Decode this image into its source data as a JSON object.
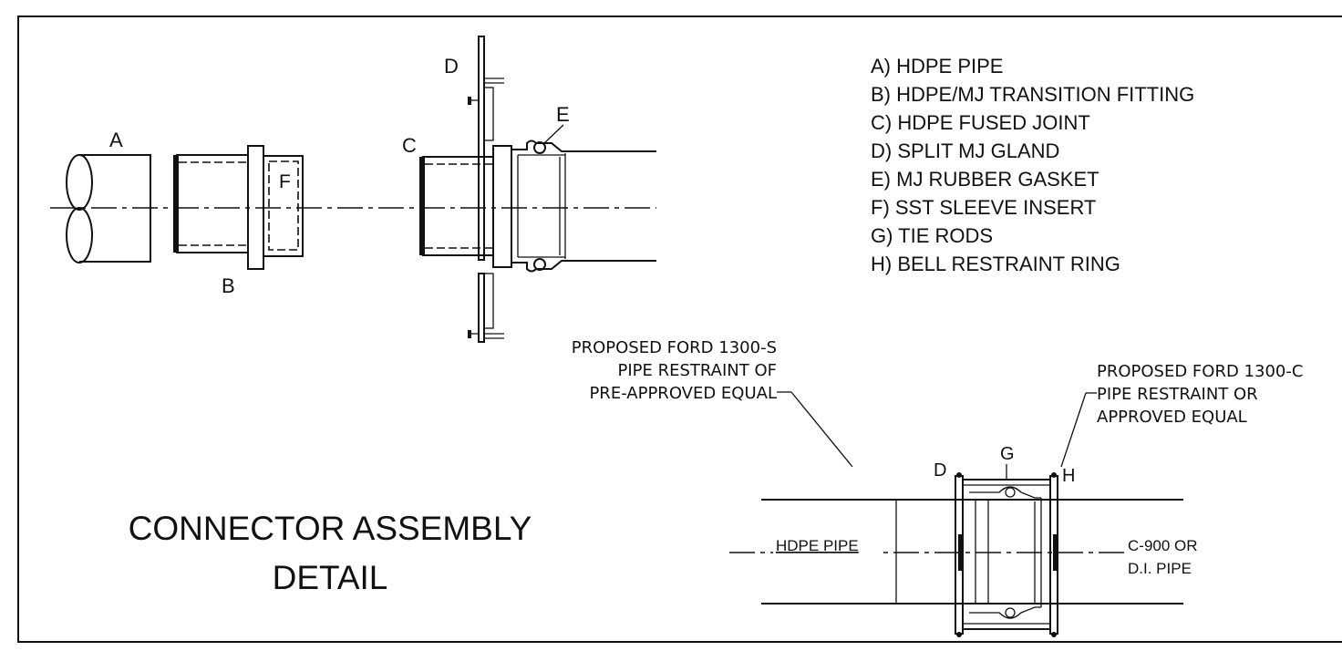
{
  "title": {
    "line1": "CONNECTOR ASSEMBLY",
    "line2": "DETAIL"
  },
  "legend": [
    "A) HDPE PIPE",
    "B) HDPE/MJ TRANSITION FITTING",
    "C) HDPE FUSED JOINT",
    "D) SPLIT MJ GLAND",
    "E) MJ RUBBER GASKET",
    "F) SST SLEEVE INSERT",
    "G) TIE RODS",
    "H) BELL RESTRAINT RING"
  ],
  "callouts": {
    "a": "A",
    "b": "B",
    "c": "C",
    "d": "D",
    "e": "E",
    "f": "F",
    "assembled_d": "D",
    "assembled_g": "G",
    "assembled_h": "H"
  },
  "notes": {
    "left": [
      "PROPOSED FORD 1300-S",
      "PIPE RESTRAINT OF",
      "PRE-APPROVED EQUAL"
    ],
    "right": [
      "PROPOSED FORD 1300-C",
      "PIPE RESTRAINT OR",
      "APPROVED EQUAL"
    ]
  },
  "pipe_labels": {
    "hdpe": "HDPE PIPE",
    "c900_line1": "C-900 OR",
    "c900_line2": "D.I. PIPE"
  }
}
